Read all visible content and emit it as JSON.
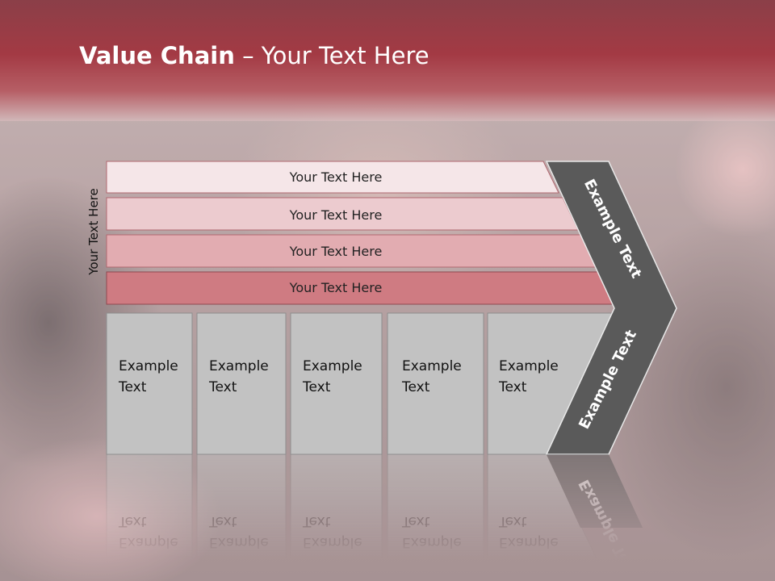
{
  "title": {
    "bold": "Value Chain",
    "rest": " – Your Text Here"
  },
  "side_label": "Your Text Here",
  "bars": [
    {
      "label": "Your Text Here",
      "fill": "#f5e6e8"
    },
    {
      "label": "Your Text Here",
      "fill": "#eccbcf"
    },
    {
      "label": "Your Text Here",
      "fill": "#e2acb1"
    },
    {
      "label": "Your Text Here",
      "fill": "#cf7b82"
    }
  ],
  "boxes": [
    {
      "line1": "Example",
      "line2": "Text"
    },
    {
      "line1": "Example",
      "line2": "Text"
    },
    {
      "line1": "Example",
      "line2": "Text"
    },
    {
      "line1": "Example",
      "line2": "Text"
    },
    {
      "line1": "Example",
      "line2": "Text"
    }
  ],
  "chevron": {
    "upper": "Example Text",
    "lower": "Example Text"
  },
  "colors": {
    "title_band": "#a33a44",
    "box": "#c2c2c2",
    "chevron": "#5a5a5a"
  }
}
